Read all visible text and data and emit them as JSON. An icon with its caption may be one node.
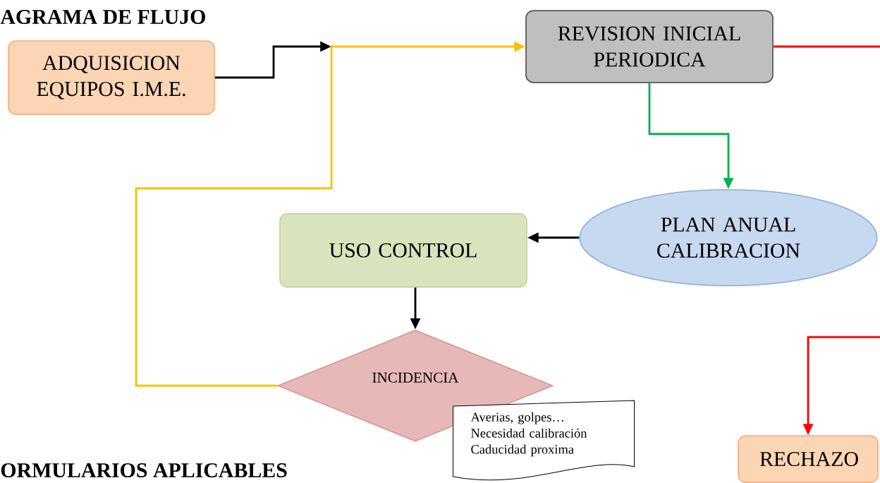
{
  "diagram": {
    "nodes": [
      {
        "text": [
          "ADQUISICION EQUIPOS I.M.E."
        ]
      },
      {
        "text": [
          "REVISION INICIAL PERIODICA"
        ]
      },
      {
        "text": [
          "PLAN ANUAL CALIBRACION"
        ]
      },
      {
        "text": [
          "USO CONTROL"
        ]
      },
      {
        "text": [
          "INCIDENCIA"
        ]
      },
      {
        "text": [
          "Averias, golpes…",
          "Necesidad calibración",
          "Caducidad proxima"
        ]
      },
      {
        "text": [
          "RECHAZO"
        ]
      }
    ],
    "edges": [
      {
        "from": 0,
        "to": null,
        "arrow": "to"
      },
      {
        "from": 4,
        "to": 1,
        "arrow": "to",
        "color": "#ffc000"
      },
      {
        "from": 1,
        "to": 2,
        "arrow": "to",
        "color": "#00b050"
      },
      {
        "from": 2,
        "to": 3,
        "arrow": "to"
      },
      {
        "from": 3,
        "to": 4,
        "arrow": "to"
      },
      {
        "from": 1,
        "to": null,
        "arrow": "none",
        "color": "#ff0000"
      },
      {
        "from": null,
        "to": 6,
        "arrow": "to",
        "color": "#ff0000"
      }
    ],
    "labels": [
      "AGRAMA DE FLUJO",
      "ORMULARIOS APLICABLES"
    ]
  }
}
